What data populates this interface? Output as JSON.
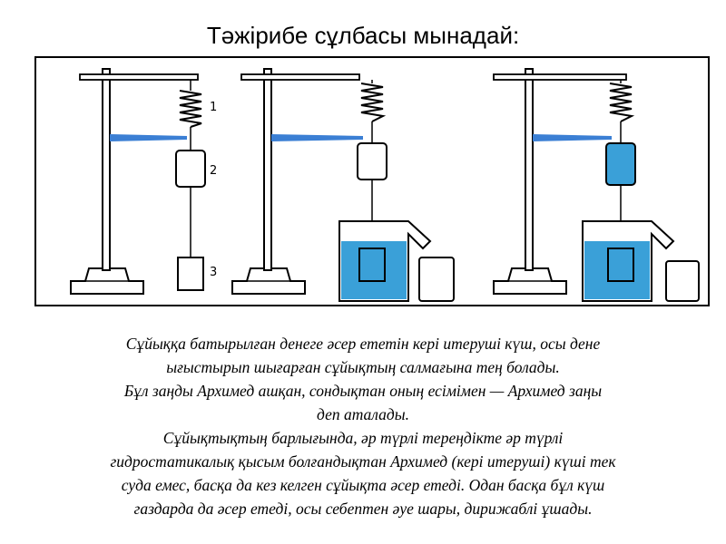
{
  "title": "Тәжірибе сұлбасы мынадай:",
  "diagram": {
    "labels": {
      "spring": "1",
      "cylinder": "2",
      "block": "3"
    },
    "colors": {
      "water": "#3aa0d8",
      "frame": "#000000",
      "stem": "#3b7fd4"
    }
  },
  "text": {
    "p1_l1": "Сұйыққа батырылған денеге әсер ететін кері итеруші күш, осы дене",
    "p1_l2": "ығыстырып шығарған сұйықтың салмағына тең болады.",
    "p1_l3": "Бұл заңды Архимед ашқан, сондықтан оның есімімен — Архимед заңы",
    "p1_l4": "деп аталады.",
    "p2_l1": "Сұйықтықтың барлығында, әр түрлі тереңдікте әр түрлі",
    "p2_l2": "гидростатикалық қысым болғандықтан Архимед (кері итеруші) күші тек",
    "p2_l3": "суда емес, басқа да кез келген сұйықта әсер етеді. Одан басқа бұл күш",
    "p2_l4": "газдарда да әсер етеді, осы себептен әуе шары, дирижаблі ұшады."
  }
}
